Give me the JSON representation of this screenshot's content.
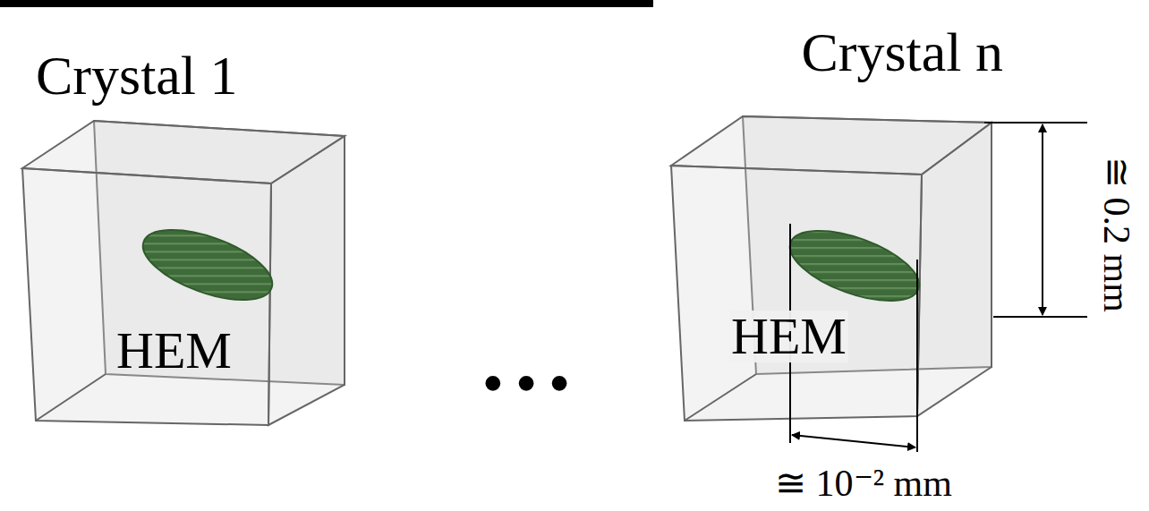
{
  "diagram": {
    "nodes": [
      {
        "text": [
          "Crystal 1",
          "HEM"
        ]
      },
      {
        "text": [
          "Crystal n",
          "HEM"
        ]
      }
    ],
    "labels": [
      "• • •",
      "≅ 0.2 mm",
      "≅ 10⁻² mm"
    ]
  }
}
